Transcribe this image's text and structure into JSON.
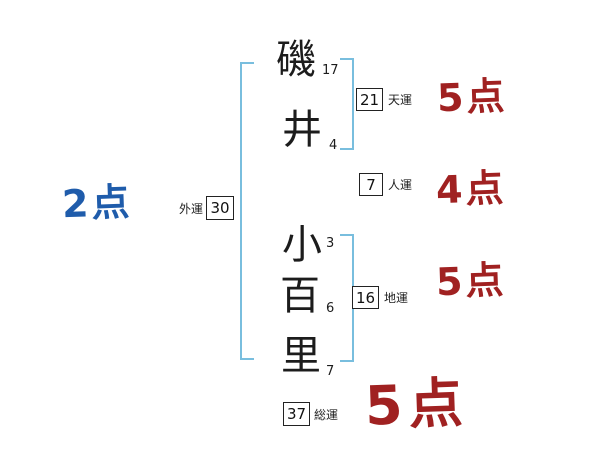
{
  "name": {
    "chars": [
      {
        "char": "磯",
        "strokes": "17"
      },
      {
        "char": "井",
        "strokes": "4"
      },
      {
        "char": "小",
        "strokes": "3"
      },
      {
        "char": "百",
        "strokes": "6"
      },
      {
        "char": "里",
        "strokes": "7"
      }
    ]
  },
  "fortunes": {
    "heaven": {
      "value": "21",
      "label": "天運",
      "score": "5点"
    },
    "person": {
      "value": "7",
      "label": "人運",
      "score": "4点"
    },
    "earth": {
      "value": "16",
      "label": "地運",
      "score": "5点"
    },
    "outer": {
      "value": "30",
      "label": "外運",
      "score": "2点"
    },
    "total": {
      "value": "37",
      "label": "総運",
      "score": "5点"
    }
  },
  "colors": {
    "bracket_blue": "#79bede",
    "score_red": "#a02121",
    "score_blue": "#1f5cab",
    "text_black": "#1c1c1c"
  }
}
